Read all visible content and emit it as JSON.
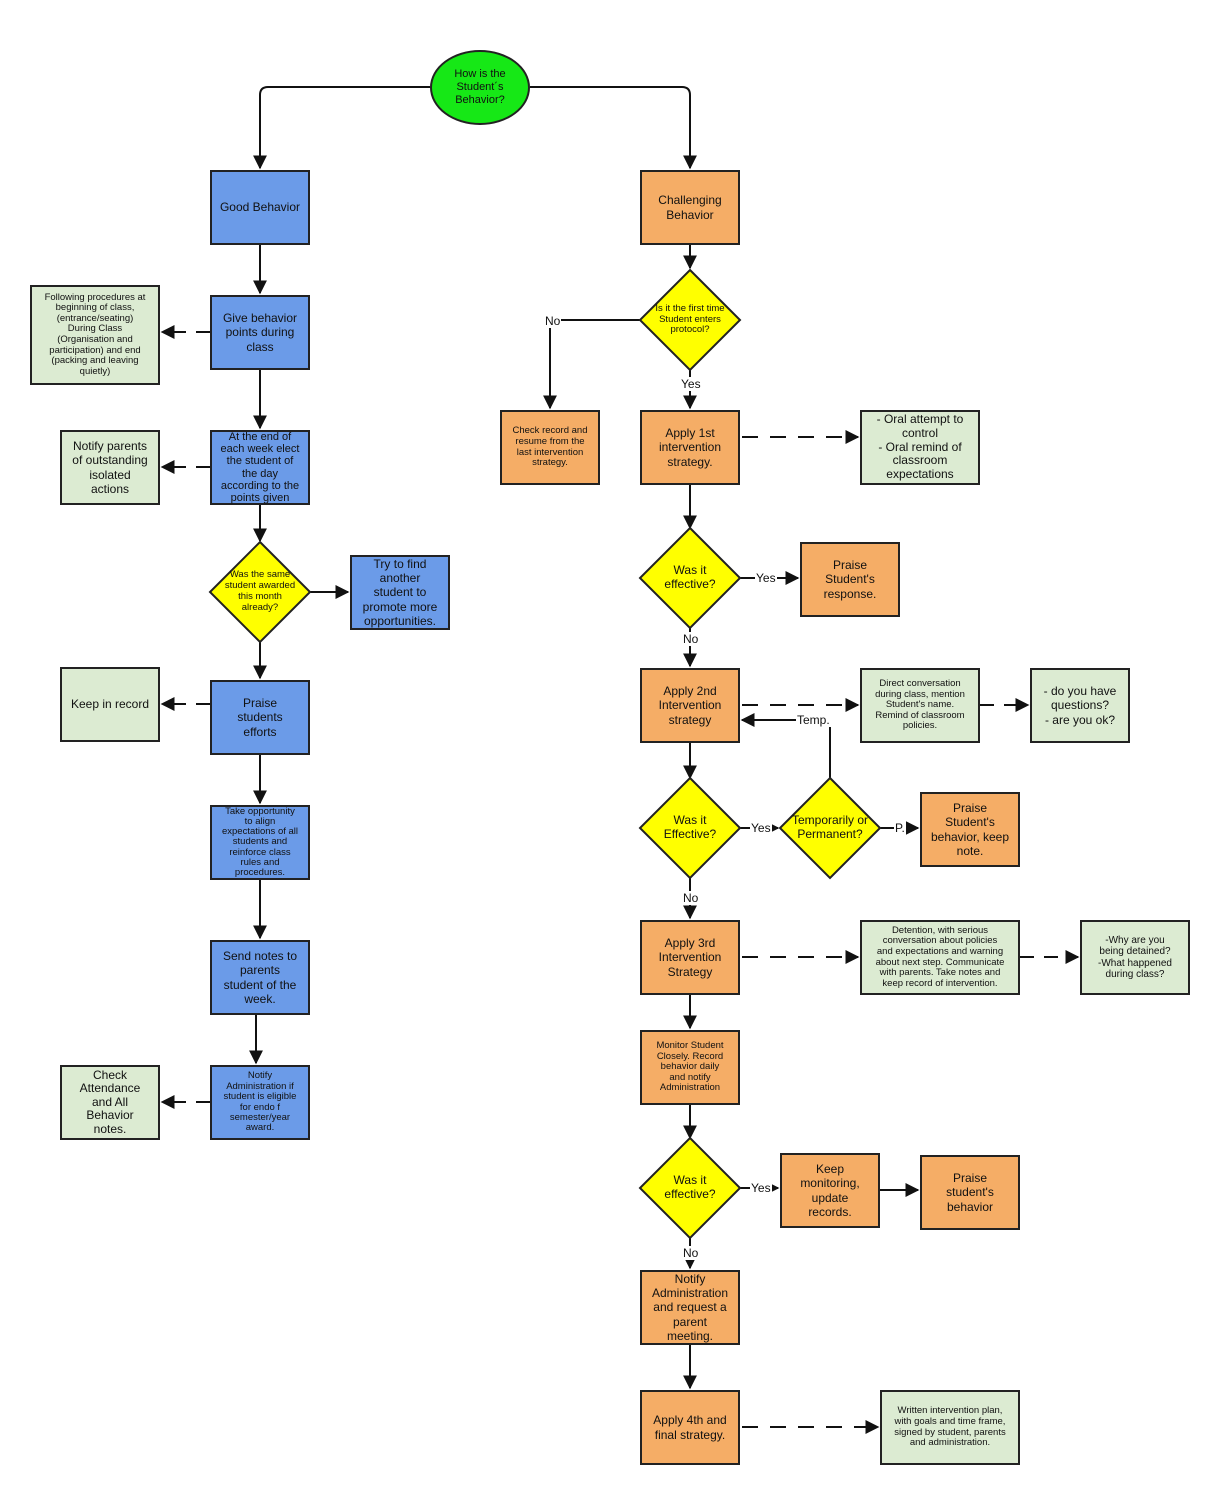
{
  "colors": {
    "start_fill": "#16e816",
    "good_fill": "#6b9be8",
    "challenge_fill": "#f5ad66",
    "note_fill": "#dcebd2",
    "decision_fill": "#ffff00",
    "stroke": "#222222"
  },
  "start": {
    "text": "How is the\nStudent´s\nBehavior?"
  },
  "good": {
    "behavior": "Good Behavior",
    "give_points": "Give behavior\npoints during\nclass",
    "procedures_note": "Following procedures at\nbeginning of class,\n(entrance/seating)\nDuring Class\n(Organisation and\nparticipation) and end\n(packing and leaving\nquietly)",
    "elect_student": "At the end of\neach week elect\nthe student of\nthe day\naccording to the\npoints given",
    "notify_parents_note": "Notify parents\nof outstanding\nisolated\nactions",
    "same_student_decision": "Was the same\nstudent awarded\nthis month\nalready?",
    "find_another": "Try to find\nanother\nstudent to\npromote more\nopportunities.",
    "praise_efforts": "Praise\nstudents\nefforts",
    "keep_record_note": "Keep in record",
    "align_expectations": "Take opportunity\nto align\nexpectations of all\nstudents and\nreinforce class\nrules and\nprocedures.",
    "send_notes": "Send notes to\nparents\nstudent of the\nweek.",
    "notify_admin": "Notify\nAdministration if\nstudent is eligible\nfor endo f\nsemester/year\naward.",
    "check_attendance_note": "Check\nAttendance\nand All\nBehavior\nnotes."
  },
  "challenge": {
    "behavior": "Challenging\nBehavior",
    "first_time_decision": "Is it the first time\nStudent enters\nprotocol?",
    "check_record": "Check record and\nresume from the\nlast intervention\nstrategy.",
    "apply_1st": "Apply 1st\nintervention\nstrategy.",
    "oral_note": "- Oral attempt to\ncontrol\n- Oral remind of\nclassroom\nexpectations",
    "effective_1": "Was it\neffective?",
    "praise_response": "Praise\nStudent's\nresponse.",
    "apply_2nd": "Apply 2nd\nIntervention\nstrategy",
    "direct_conversation_note": "Direct conversation\nduring class, mention\nStudent's name.\nRemind of classroom\npolicies.",
    "questions_note": "- do you have\nquestions?\n- are you ok?",
    "effective_2": "Was it\nEffective?",
    "temp_or_perm": "Temporarily or\nPermanent?",
    "praise_keep_note": "Praise\nStudent's\nbehavior, keep\nnote.",
    "apply_3rd": "Apply 3rd\nIntervention\nStrategy",
    "detention_note": "Detention, with serious\nconversation about policies\nand expectations and warning\nabout next step. Communicate\nwith parents. Take notes and\nkeep record of intervention.",
    "why_detained_note": "-Why are you\nbeing detained?\n-What happened\nduring class?",
    "monitor_closely": "Monitor Student\nClosely. Record\nbehavior daily\nand notify\nAdministration",
    "effective_3": "Was it\neffective?",
    "keep_monitoring": "Keep\nmonitoring,\nupdate\nrecords.",
    "praise_behavior": "Praise\nstudent's\nbehavior",
    "notify_admin_meeting": "Notify\nAdministration\nand request a\nparent\nmeeting.",
    "apply_4th": "Apply 4th and\nfinal strategy.",
    "written_plan_note": "Written intervention plan,\nwith goals and time frame,\nsigned by student, parents\nand administration."
  },
  "labels": {
    "no": "No",
    "yes": "Yes",
    "temp": "Temp.",
    "p": "P."
  }
}
